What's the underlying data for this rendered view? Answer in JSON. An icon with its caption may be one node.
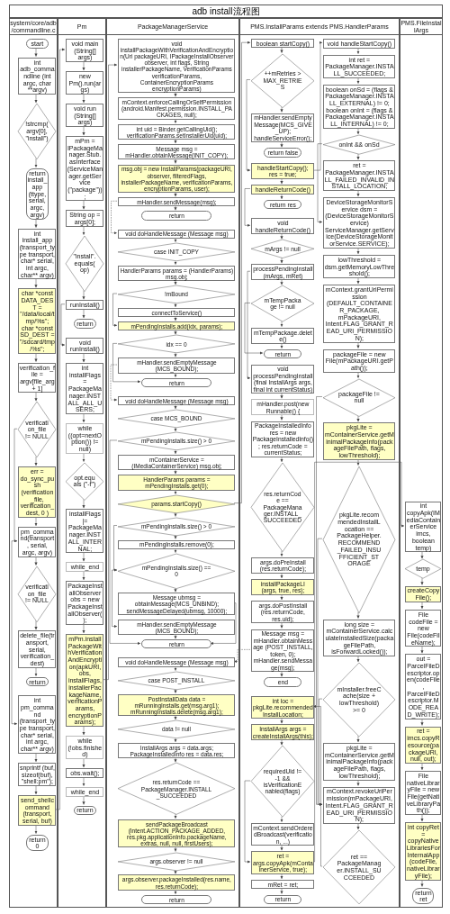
{
  "diagram": {
    "title": "adb install流程图",
    "nodes": [
      {
        "text": [
          "system/core/adb/commandline.c"
        ]
      },
      {
        "text": [
          "Pm"
        ]
      },
      {
        "text": [
          "PackageManagerService"
        ]
      },
      {
        "text": [
          "PMS.InstallParams extends PMS.HandlerParams"
        ]
      },
      {
        "text": [
          "PMS.FileInstallArgs"
        ]
      },
      {
        "text": [
          "start"
        ],
        "in": 0
      },
      {
        "text": [
          "int adb_commandline (int argc, char **argv)"
        ],
        "in": 0
      },
      {
        "text": [
          "!strcmp(argv[0], \"install\")"
        ],
        "in": 0
      },
      {
        "text": [
          "return install_app (ttype, serial, argc, argv)"
        ],
        "in": 0
      },
      {
        "text": [
          "int install_app (transport_type transport, char* serial, int argc, char** argv)"
        ],
        "in": 0
      },
      {
        "text": [
          "char *const DATA_DEST = \"/data/local/tmp/%s\"; char *const SD_DEST = \"/sdcard/tmp/%s\";"
        ],
        "in": 0
      },
      {
        "text": [
          "verification_file = argv[file_arg + 1]"
        ],
        "in": 0
      },
      {
        "text": [
          "verification_file != NULL"
        ],
        "in": 0
      },
      {
        "text": [
          "err = do_sync_push (verification_file, verification_dest, 0 )"
        ],
        "in": 0
      },
      {
        "text": [
          "pm_command(transport, serial, argc, argv)"
        ],
        "in": 0
      },
      {
        "text": [
          "verification_file != NULL"
        ],
        "in": 0
      },
      {
        "text": [
          "delete_file(transport, serial, verification_dest)"
        ],
        "in": 0
      },
      {
        "text": [
          "return"
        ],
        "in": 0
      },
      {
        "text": [
          "int pm_command (transport_type transport, char* serial, int argc, char** argv)"
        ],
        "in": 0
      },
      {
        "text": [
          "snprintf (buf, sizeof(buf), \"shell:pm\");"
        ],
        "in": 0
      },
      {
        "text": [
          "send_shellcommand (transport, serial, buf)"
        ],
        "in": 0
      },
      {
        "text": [
          "return 0"
        ],
        "in": 0
      },
      {
        "text": [
          "void main (String[] args)"
        ],
        "in": 1
      },
      {
        "text": [
          "new Pm().run(args)"
        ],
        "in": 1
      },
      {
        "text": [
          "void run (String[] args)"
        ],
        "in": 1
      },
      {
        "text": [
          "mPm = IPackageManager.Stub.asInterface (ServiceManager.getService (\"package\"));"
        ],
        "in": 1
      },
      {
        "text": [
          "String op = args[0];"
        ],
        "in": 1
      },
      {
        "text": [
          "\"install\".equals(op)"
        ],
        "in": 1
      },
      {
        "text": [
          "runInstall()"
        ],
        "in": 1
      },
      {
        "text": [
          "return"
        ],
        "in": 1
      },
      {
        "text": [
          "void runInstall()"
        ],
        "in": 1
      },
      {
        "text": [
          "int installFlags = PackageManager.INSTALL_ALL_USERS;"
        ],
        "in": 1
      },
      {
        "text": [
          "while ((opt=nextOption()) != null)"
        ],
        "in": 1
      },
      {
        "text": [
          "opt.equals (\"-f\")"
        ],
        "in": 1
      },
      {
        "text": [
          "installFlags |= PackageManager.INSTALL_INTERNAL;"
        ],
        "in": 1
      },
      {
        "text": [
          "while_end"
        ],
        "in": 1
      },
      {
        "text": [
          "PackageInstallObserver obs = new PackageInstallObserver();"
        ],
        "in": 1
      },
      {
        "text": [
          "mPm.installPackageWithVerificationAndEncryption(apkURI, obs, installFlags, installerPackageName, verificationParams, encryptionParams);"
        ],
        "in": 1
      },
      {
        "text": [
          "while (!obs.finished)"
        ],
        "in": 1
      },
      {
        "text": [
          "obs.wait();"
        ],
        "in": 1
      },
      {
        "text": [
          "while_end"
        ],
        "in": 1
      },
      {
        "text": [
          "return"
        ],
        "in": 1
      },
      {
        "text": [
          "void installPackageWithVerificationAndEncryption(Uri packageURI, IPackageInstallObserver observer, int flags, String installerPackageName, VerificationParams verificationParams, ContainerEncryptionParams encryptionParams)"
        ],
        "in": 2
      },
      {
        "text": [
          "mContext.enforceCallingOrSelfPermission (android.Manifest.permission.INSTALL_PACKAGES, null);"
        ],
        "in": 2
      },
      {
        "text": [
          "int uid = Binder.getCallingUid(); verificationParams.setInstallerUid(uid);"
        ],
        "in": 2
      },
      {
        "text": [
          "Message msg = mHandler.obtainMessage(INIT_COPY);"
        ],
        "in": 2
      },
      {
        "text": [
          "msg.obj = new InstallParams(packageURI, observer, filteredFlags, installerPackageName, verificationParams, encryptionParams, user);"
        ],
        "in": 2
      },
      {
        "text": [
          "mHandler.sendMessage(msg);"
        ],
        "in": 2
      },
      {
        "text": [
          "return"
        ],
        "in": 2
      },
      {
        "text": [
          "void doHandleMessage (Message msg)"
        ],
        "in": 2
      },
      {
        "text": [
          "case INIT_COPY"
        ],
        "in": 2
      },
      {
        "text": [
          "HandlerParams params = (HandlerParams) msg.obj;"
        ],
        "in": 2
      },
      {
        "text": [
          "!mBound"
        ],
        "in": 2
      },
      {
        "text": [
          "connectToService()"
        ],
        "in": 2
      },
      {
        "text": [
          "mPendingInstalls.add(idx, params);"
        ],
        "in": 2
      },
      {
        "text": [
          "idx == 0"
        ],
        "in": 2
      },
      {
        "text": [
          "mHandler.sendEmptyMessage (MCS_BOUND);"
        ],
        "in": 2
      },
      {
        "text": [
          "return"
        ],
        "in": 2
      },
      {
        "text": [
          "void doHandleMessage (Message msg)"
        ],
        "in": 2
      },
      {
        "text": [
          "case MCS_BOUND"
        ],
        "in": 2
      },
      {
        "text": [
          "mPendingInstalls.size() > 0"
        ],
        "in": 2
      },
      {
        "text": [
          "mContainerService = (IMediaContainerService) msg.obj;"
        ],
        "in": 2
      },
      {
        "text": [
          "HandlerParams params = mPendingInstalls.get(0);"
        ],
        "in": 2
      },
      {
        "text": [
          "params.startCopy()"
        ],
        "in": 2
      },
      {
        "text": [
          "mPendingInstalls.size() > 0"
        ],
        "in": 2
      },
      {
        "text": [
          "mPendingInstalls.remove(0);"
        ],
        "in": 2
      },
      {
        "text": [
          "mPendingInstalls.size() == 0"
        ],
        "in": 2
      },
      {
        "text": [
          "Message ubmsg = obtainMessage(MCS_UNBIND); sendMessageDelayed(ubmsg, 10000);"
        ],
        "in": 2
      },
      {
        "text": [
          "mHandler.sendEmptyMessage (MCS_BOUND);"
        ],
        "in": 2
      },
      {
        "text": [
          "return"
        ],
        "in": 2
      },
      {
        "text": [
          "void doHandleMessage (Message msg)"
        ],
        "in": 2
      },
      {
        "text": [
          "case POST_INSTALL"
        ],
        "in": 2
      },
      {
        "text": [
          "PostInstallData data = mRunningInstalls.get(msg.arg1); mRunningInstalls.delete(msg.arg1);"
        ],
        "in": 2
      },
      {
        "text": [
          "data != null"
        ],
        "in": 2
      },
      {
        "text": [
          "InstallArgs args = data.args; PackageInstalledInfo res = data.res;"
        ],
        "in": 2
      },
      {
        "text": [
          "res.returnCode == PackageManager.INSTALL_SUCCEEDED"
        ],
        "in": 2
      },
      {
        "text": [
          "sendPackageBroadcast (Intent.ACTION_PACKAGE_ADDED, res.pkg.applicationInfo.packageName, extras, null, null, firstUsers);"
        ],
        "in": 2
      },
      {
        "text": [
          "args.observer != null"
        ],
        "in": 2
      },
      {
        "text": [
          "args.observer.packageInstalled(res.name, res.returnCode);"
        ],
        "in": 2
      },
      {
        "text": [
          "return"
        ],
        "in": 2
      },
      {
        "text": [
          "boolean startCopy()"
        ],
        "in": 3
      },
      {
        "text": [
          "++mRetries > MAX_RETRIES"
        ],
        "in": 3
      },
      {
        "text": [
          "mHandler.sendEmptyMessage(MCS_GIVE_UP); handleServiceError();"
        ],
        "in": 3
      },
      {
        "text": [
          "return false"
        ],
        "in": 3
      },
      {
        "text": [
          "handleStartCopy(); res = true;"
        ],
        "in": 3
      },
      {
        "text": [
          "handleReturnCode()"
        ],
        "in": 3
      },
      {
        "text": [
          "return res"
        ],
        "in": 3
      },
      {
        "text": [
          "void handleReturnCode()"
        ],
        "in": 3
      },
      {
        "text": [
          "mArgs != null"
        ],
        "in": 3
      },
      {
        "text": [
          "processPendingInstall (mArgs, mRet)"
        ],
        "in": 3
      },
      {
        "text": [
          "mTempPackage != null"
        ],
        "in": 3
      },
      {
        "text": [
          "mTempPackage.delete()"
        ],
        "in": 3
      },
      {
        "text": [
          "return"
        ],
        "in": 3
      },
      {
        "text": [
          "void processPendingInstall (final InstallArgs args, final int currentStatus)"
        ],
        "in": 3
      },
      {
        "text": [
          "mHandler.post(new Runnable() {"
        ],
        "in": 3
      },
      {
        "text": [
          "PackageInstalledInfo res = new PackageInstalledInfo(); res.returnCode = currentStatus;"
        ],
        "in": 3
      },
      {
        "text": [
          "res.returnCode == PackageManager.INSTALL_SUCCEEDED"
        ],
        "in": 3
      },
      {
        "text": [
          "args.doPreInstall (res.returnCode);"
        ],
        "in": 3
      },
      {
        "text": [
          "installPackageLI (args, true, res);"
        ],
        "in": 3
      },
      {
        "text": [
          "args.doPostInstall (res.returnCode, res.uid);"
        ],
        "in": 3
      },
      {
        "text": [
          "Message msg = mHandler.obtainMessage (POST_INSTALL, token, 0); mHandler.sendMessage(msg);"
        ],
        "in": 3
      },
      {
        "text": [
          "end"
        ],
        "in": 3
      },
      {
        "text": [
          "void handleStartCopy()"
        ],
        "in": 3
      },
      {
        "text": [
          "int ret = PackageManager.INSTALL_SUCCEEDED;"
        ],
        "in": 3
      },
      {
        "text": [
          "boolean onSd = (flags & PackageManager.INSTALL_EXTERNAL) != 0; boolean onInt = (flags & PackageManager.INSTALL_INTERNAL) != 0;"
        ],
        "in": 3
      },
      {
        "text": [
          "onInt && onSd"
        ],
        "in": 3
      },
      {
        "text": [
          "ret = PackageManager.INSTALL_FAILED_INVALID_INSTALL_LOCATION;"
        ],
        "in": 3
      },
      {
        "text": [
          "DeviceStorageMonitorService dsm = (DeviceStorageMonitorService) ServiceManager.getService(DeviceStorageMonitorService.SERVICE);"
        ],
        "in": 3
      },
      {
        "text": [
          "lowThreshold = dsm.getMemoryLowThreshold();"
        ],
        "in": 3
      },
      {
        "text": [
          "mContext.grantUriPermission (DEFAULT_CONTAINER_PACKAGE, mPackageURI, Intent.FLAG_GRANT_READ_URI_PERMISSION);"
        ],
        "in": 3
      },
      {
        "text": [
          "packageFile = new File(mPackageURI.getPath());"
        ],
        "in": 3
      },
      {
        "text": [
          "packageFile != null"
        ],
        "in": 3
      },
      {
        "text": [
          "pkgLite = mContainerService.getMinimalPackageInfo(packageFilePath, flags, lowThreshold);"
        ],
        "in": 3
      },
      {
        "text": [
          "pkgLite.recommendedInstallLocation == PackageHelper.RECOMMEND_FAILED_INSUFFICIENT_STORAGE"
        ],
        "in": 3
      },
      {
        "text": [
          "long size = mContainerService.calculateInstalledSize(packageFilePath, isForwardLocked());"
        ],
        "in": 3
      },
      {
        "text": [
          "mInstaller.freeCache(size + lowThreshold) >= 0"
        ],
        "in": 3
      },
      {
        "text": [
          "pkgLite = mContainerService.getMinimalPackageInfo(packageFilePath, flags, lowThreshold);"
        ],
        "in": 3
      },
      {
        "text": [
          "mContext.revokeUriPermission(mPackageURI, Intent.FLAG_GRANT_READ_URI_PERMISSION);"
        ],
        "in": 3
      },
      {
        "text": [
          "ret == PackageManager.INSTALL_SUCCEEDED"
        ],
        "in": 3
      },
      {
        "text": [
          "int loc = pkgLite.recommendedInstallLocation;"
        ],
        "in": 3
      },
      {
        "text": [
          "InstallArgs args = createInstallArgs(this);"
        ],
        "in": 3
      },
      {
        "text": [
          "requiredUid != -1 && isVerificationEnabled(flags)"
        ],
        "in": 3
      },
      {
        "text": [
          "mContext.sendOrderedBroadcast(verification, ...)"
        ],
        "in": 3
      },
      {
        "text": [
          "ret = args.copyApk(mContainerService, true);"
        ],
        "in": 3
      },
      {
        "text": [
          "mRet = ret;"
        ],
        "in": 3
      },
      {
        "text": [
          "return"
        ],
        "in": 3
      },
      {
        "text": [
          "int copyApk(IMediaContainerService imcs, boolean temp)"
        ],
        "in": 4
      },
      {
        "text": [
          "temp"
        ],
        "in": 4
      },
      {
        "text": [
          "createCopyFile();"
        ],
        "in": 4
      },
      {
        "text": [
          "File codeFile = new File(codeFileName);"
        ],
        "in": 4
      },
      {
        "text": [
          "out = ParcelFileDescriptor.open(codeFile, ParcelFileDescriptor.MODE_READ_WRITE);"
        ],
        "in": 4
      },
      {
        "text": [
          "ret = imcs.copyResource(packageURI, null, out);"
        ],
        "in": 4
      },
      {
        "text": [
          "File nativeLibraryFile = new File(getNativeLibraryPath());"
        ],
        "in": 4
      },
      {
        "text": [
          "int copyRet = copyNativeLibrariesForInternalApp(codeFile, nativeLibraryFile);"
        ],
        "in": 4
      },
      {
        "text": [
          "return ret"
        ],
        "in": 4
      }
    ],
    "edges": [
      {
        "from": 5,
        "to": 6,
        "arrow": "to"
      },
      {
        "from": 6,
        "to": 7,
        "arrow": "to"
      },
      {
        "from": 7,
        "to": 8,
        "arrow": "to"
      },
      {
        "from": 8,
        "to": 9,
        "arrow": "to"
      },
      {
        "from": 9,
        "to": 10,
        "arrow": "to"
      },
      {
        "from": 10,
        "to": 11,
        "arrow": "to"
      },
      {
        "from": 11,
        "to": 12,
        "arrow": "to"
      },
      {
        "from": 12,
        "to": 13,
        "arrow": "to"
      },
      {
        "from": 13,
        "to": 14,
        "arrow": "to"
      },
      {
        "from": 12,
        "to": 14,
        "arrow": "to"
      },
      {
        "from": 14,
        "to": 15,
        "arrow": "to"
      },
      {
        "from": 15,
        "to": 16,
        "arrow": "to"
      },
      {
        "from": 16,
        "to": 17,
        "arrow": "to"
      },
      {
        "from": 14,
        "to": 18,
        "arrow": "to"
      },
      {
        "from": 18,
        "to": 19,
        "arrow": "to"
      },
      {
        "from": 19,
        "to": 20,
        "arrow": "to"
      },
      {
        "from": 20,
        "to": 21,
        "arrow": "to"
      },
      {
        "from": 20,
        "to": 22,
        "arrow": "to"
      },
      {
        "from": 22,
        "to": 23,
        "arrow": "to"
      },
      {
        "from": 23,
        "to": 24,
        "arrow": "to"
      },
      {
        "from": 24,
        "to": 25,
        "arrow": "to"
      },
      {
        "from": 25,
        "to": 26,
        "arrow": "to"
      },
      {
        "from": 26,
        "to": 27,
        "arrow": "to"
      },
      {
        "from": 27,
        "to": 28,
        "arrow": "to"
      },
      {
        "from": 28,
        "to": 29,
        "arrow": "to"
      },
      {
        "from": 28,
        "to": 30,
        "arrow": "to"
      },
      {
        "from": 30,
        "to": 31,
        "arrow": "to"
      },
      {
        "from": 31,
        "to": 32,
        "arrow": "to"
      },
      {
        "from": 32,
        "to": 33,
        "arrow": "to"
      },
      {
        "from": 33,
        "to": 34,
        "arrow": "to"
      },
      {
        "from": 34,
        "to": 35,
        "arrow": "to"
      },
      {
        "from": 35,
        "to": 36,
        "arrow": "to"
      },
      {
        "from": 36,
        "to": 37,
        "arrow": "to"
      },
      {
        "from": 37,
        "to": 38,
        "arrow": "to"
      },
      {
        "from": 38,
        "to": 39,
        "arrow": "to"
      },
      {
        "from": 39,
        "to": 40,
        "arrow": "to"
      },
      {
        "from": 40,
        "to": 41,
        "arrow": "to"
      },
      {
        "from": 37,
        "to": 42,
        "arrow": "to"
      },
      {
        "from": 42,
        "to": 43,
        "arrow": "to"
      },
      {
        "from": 43,
        "to": 44,
        "arrow": "to"
      },
      {
        "from": 44,
        "to": 45,
        "arrow": "to"
      },
      {
        "from": 45,
        "to": 46,
        "arrow": "to"
      },
      {
        "from": 46,
        "to": 47,
        "arrow": "to"
      },
      {
        "from": 47,
        "to": 48,
        "arrow": "to"
      },
      {
        "from": 47,
        "to": 49,
        "arrow": "to",
        "style": "dashed"
      },
      {
        "from": 49,
        "to": 50,
        "arrow": "to"
      },
      {
        "from": 50,
        "to": 51,
        "arrow": "to"
      },
      {
        "from": 51,
        "to": 52,
        "arrow": "to"
      },
      {
        "from": 52,
        "to": 53,
        "arrow": "to"
      },
      {
        "from": 53,
        "to": 54,
        "arrow": "to"
      },
      {
        "from": 52,
        "to": 54,
        "arrow": "to"
      },
      {
        "from": 54,
        "to": 55,
        "arrow": "to"
      },
      {
        "from": 55,
        "to": 56,
        "arrow": "to"
      },
      {
        "from": 56,
        "to": 57,
        "arrow": "to"
      },
      {
        "from": 55,
        "to": 57,
        "arrow": "to"
      },
      {
        "from": 56,
        "to": 58,
        "arrow": "to",
        "style": "dashed"
      },
      {
        "from": 58,
        "to": 59,
        "arrow": "to"
      },
      {
        "from": 59,
        "to": 60,
        "arrow": "to"
      },
      {
        "from": 60,
        "to": 61,
        "arrow": "to"
      },
      {
        "from": 61,
        "to": 62,
        "arrow": "to"
      },
      {
        "from": 62,
        "to": 63,
        "arrow": "to"
      },
      {
        "from": 63,
        "to": 80,
        "arrow": "to"
      },
      {
        "from": 63,
        "to": 64,
        "arrow": "to"
      },
      {
        "from": 64,
        "to": 65,
        "arrow": "to"
      },
      {
        "from": 65,
        "to": 66,
        "arrow": "to"
      },
      {
        "from": 64,
        "to": 66,
        "arrow": "to"
      },
      {
        "from": 66,
        "to": 67,
        "arrow": "to"
      },
      {
        "from": 66,
        "to": 68,
        "arrow": "to"
      },
      {
        "from": 67,
        "to": 69,
        "arrow": "to"
      },
      {
        "from": 68,
        "to": 69,
        "arrow": "to"
      },
      {
        "from": 60,
        "to": 69,
        "arrow": "to"
      },
      {
        "from": 70,
        "to": 71,
        "arrow": "to"
      },
      {
        "from": 71,
        "to": 72,
        "arrow": "to"
      },
      {
        "from": 72,
        "to": 73,
        "arrow": "to"
      },
      {
        "from": 73,
        "to": 74,
        "arrow": "to"
      },
      {
        "from": 74,
        "to": 75,
        "arrow": "to"
      },
      {
        "from": 75,
        "to": 76,
        "arrow": "to"
      },
      {
        "from": 76,
        "to": 77,
        "arrow": "to"
      },
      {
        "from": 77,
        "to": 78,
        "arrow": "to"
      },
      {
        "from": 78,
        "to": 79,
        "arrow": "to"
      },
      {
        "from": 100,
        "to": 70,
        "arrow": "to",
        "style": "dashed"
      },
      {
        "from": 80,
        "to": 81,
        "arrow": "to"
      },
      {
        "from": 81,
        "to": 82,
        "arrow": "to"
      },
      {
        "from": 82,
        "to": 83,
        "arrow": "to"
      },
      {
        "from": 81,
        "to": 84,
        "arrow": "to"
      },
      {
        "from": 84,
        "to": 85,
        "arrow": "to"
      },
      {
        "from": 85,
        "to": 86,
        "arrow": "to"
      },
      {
        "from": 84,
        "to": 102,
        "arrow": "to"
      },
      {
        "from": 85,
        "to": 87,
        "arrow": "to"
      },
      {
        "from": 87,
        "to": 88,
        "arrow": "to"
      },
      {
        "from": 88,
        "to": 89,
        "arrow": "to"
      },
      {
        "from": 89,
        "to": 90,
        "arrow": "to"
      },
      {
        "from": 90,
        "to": 91,
        "arrow": "to"
      },
      {
        "from": 91,
        "to": 92,
        "arrow": "to"
      },
      {
        "from": 90,
        "to": 92,
        "arrow": "to"
      },
      {
        "from": 89,
        "to": 93,
        "arrow": "to"
      },
      {
        "from": 93,
        "to": 94,
        "arrow": "to"
      },
      {
        "from": 94,
        "to": 95,
        "arrow": "to"
      },
      {
        "from": 95,
        "to": 96,
        "arrow": "to"
      },
      {
        "from": 96,
        "to": 97,
        "arrow": "to"
      },
      {
        "from": 97,
        "to": 98,
        "arrow": "to"
      },
      {
        "from": 98,
        "to": 99,
        "arrow": "to"
      },
      {
        "from": 99,
        "to": 100,
        "arrow": "to"
      },
      {
        "from": 100,
        "to": 101,
        "arrow": "to"
      },
      {
        "from": 102,
        "to": 103,
        "arrow": "to"
      },
      {
        "from": 103,
        "to": 104,
        "arrow": "to"
      },
      {
        "from": 104,
        "to": 105,
        "arrow": "to"
      },
      {
        "from": 105,
        "to": 106,
        "arrow": "to"
      },
      {
        "from": 105,
        "to": 107,
        "arrow": "to"
      },
      {
        "from": 106,
        "to": 107,
        "arrow": "to"
      },
      {
        "from": 107,
        "to": 108,
        "arrow": "to"
      },
      {
        "from": 108,
        "to": 109,
        "arrow": "to"
      },
      {
        "from": 109,
        "to": 110,
        "arrow": "to"
      },
      {
        "from": 110,
        "to": 111,
        "arrow": "to"
      },
      {
        "from": 111,
        "to": 112,
        "arrow": "to"
      },
      {
        "from": 112,
        "to": 113,
        "arrow": "to"
      },
      {
        "from": 113,
        "to": 114,
        "arrow": "to"
      },
      {
        "from": 114,
        "to": 115,
        "arrow": "to"
      },
      {
        "from": 115,
        "to": 116,
        "arrow": "to"
      },
      {
        "from": 116,
        "to": 117,
        "arrow": "to"
      },
      {
        "from": 111,
        "to": 117,
        "arrow": "to"
      },
      {
        "from": 113,
        "to": 117,
        "arrow": "to"
      },
      {
        "from": 115,
        "to": 117,
        "arrow": "to"
      },
      {
        "from": 117,
        "to": 118,
        "arrow": "to"
      },
      {
        "from": 118,
        "to": 119,
        "arrow": "to"
      },
      {
        "from": 119,
        "to": 120,
        "arrow": "to"
      },
      {
        "from": 120,
        "to": 121,
        "arrow": "to"
      },
      {
        "from": 121,
        "to": 122,
        "arrow": "to"
      },
      {
        "from": 122,
        "to": 123,
        "arrow": "to"
      },
      {
        "from": 121,
        "to": 123,
        "arrow": "to"
      },
      {
        "from": 123,
        "to": 124,
        "arrow": "to"
      },
      {
        "from": 124,
        "to": 125,
        "arrow": "to"
      },
      {
        "from": 123,
        "to": 126,
        "arrow": "to"
      },
      {
        "from": 126,
        "to": 127,
        "arrow": "to"
      },
      {
        "from": 127,
        "to": 128,
        "arrow": "to"
      },
      {
        "from": 128,
        "to": 129,
        "arrow": "to"
      },
      {
        "from": 129,
        "to": 130,
        "arrow": "to"
      },
      {
        "from": 130,
        "to": 131,
        "arrow": "to"
      },
      {
        "from": 131,
        "to": 132,
        "arrow": "to"
      },
      {
        "from": 132,
        "to": 133,
        "arrow": "to"
      },
      {
        "from": 133,
        "to": 134,
        "arrow": "to"
      }
    ]
  }
}
